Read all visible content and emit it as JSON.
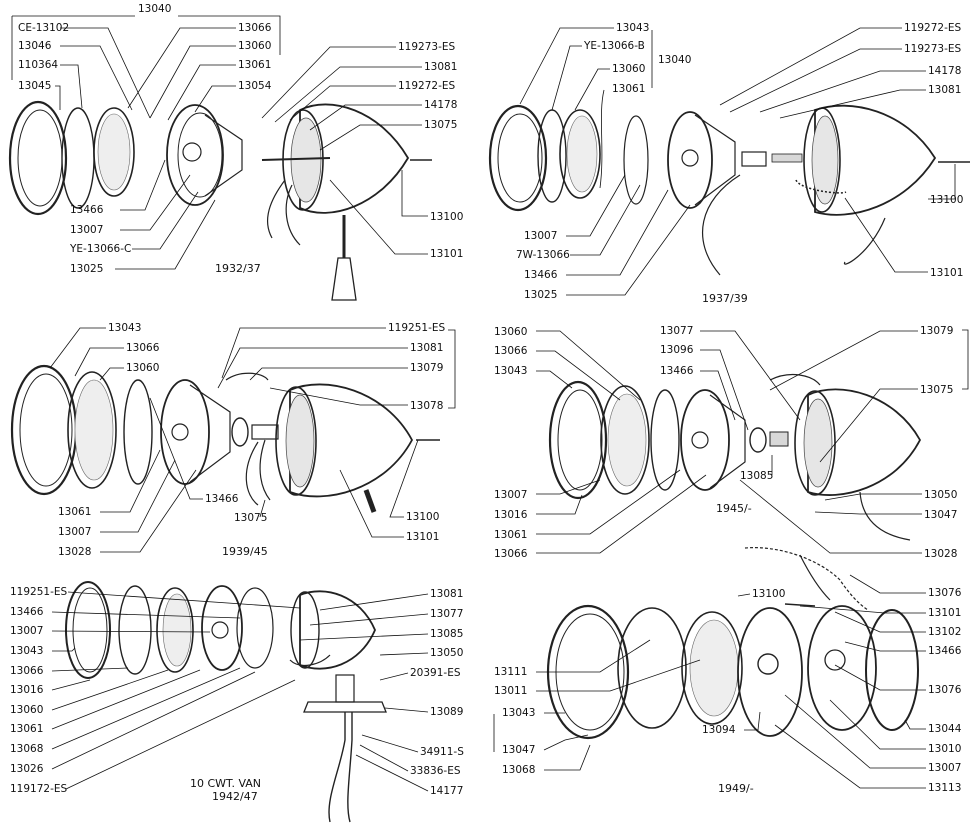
{
  "panels": [
    {
      "id": "p1",
      "caption": "1932/37",
      "labels": [
        {
          "text": "13040"
        },
        {
          "text": "CE-13102"
        },
        {
          "text": "13046"
        },
        {
          "text": "110364"
        },
        {
          "text": "13045"
        },
        {
          "text": "13066"
        },
        {
          "text": "13060"
        },
        {
          "text": "13061"
        },
        {
          "text": "13054"
        },
        {
          "text": "119273-ES"
        },
        {
          "text": "13081"
        },
        {
          "text": "119272-ES"
        },
        {
          "text": "14178"
        },
        {
          "text": "13075"
        },
        {
          "text": "13100"
        },
        {
          "text": "13101"
        },
        {
          "text": "13466"
        },
        {
          "text": "13007"
        },
        {
          "text": "YE-13066-C"
        },
        {
          "text": "13025"
        }
      ]
    },
    {
      "id": "p2",
      "caption": "1937/39",
      "labels": [
        {
          "text": "13043"
        },
        {
          "text": "YE-13066-B"
        },
        {
          "text": "13040"
        },
        {
          "text": "13060"
        },
        {
          "text": "13061"
        },
        {
          "text": "119272-ES"
        },
        {
          "text": "119273-ES"
        },
        {
          "text": "14178"
        },
        {
          "text": "13081"
        },
        {
          "text": "13100"
        },
        {
          "text": "13101"
        },
        {
          "text": "13007"
        },
        {
          "text": "7W-13066"
        },
        {
          "text": "13466"
        },
        {
          "text": "13025"
        }
      ]
    },
    {
      "id": "p3",
      "caption": "1939/45",
      "labels": [
        {
          "text": "13043"
        },
        {
          "text": "13066"
        },
        {
          "text": "13060"
        },
        {
          "text": "119251-ES"
        },
        {
          "text": "13081"
        },
        {
          "text": "13079"
        },
        {
          "text": "13078"
        },
        {
          "text": "13466"
        },
        {
          "text": "13061"
        },
        {
          "text": "13007"
        },
        {
          "text": "13028"
        },
        {
          "text": "13075"
        },
        {
          "text": "13100"
        },
        {
          "text": "13101"
        }
      ]
    },
    {
      "id": "p4",
      "caption": "1945/-",
      "labels": [
        {
          "text": "13060"
        },
        {
          "text": "13066"
        },
        {
          "text": "13043"
        },
        {
          "text": "13077"
        },
        {
          "text": "13096"
        },
        {
          "text": "13466"
        },
        {
          "text": "13079"
        },
        {
          "text": "13075"
        },
        {
          "text": "13085"
        },
        {
          "text": "13050"
        },
        {
          "text": "13047"
        },
        {
          "text": "13007"
        },
        {
          "text": "13016"
        },
        {
          "text": "13061"
        },
        {
          "text": "13066"
        },
        {
          "text": "13028"
        }
      ]
    },
    {
      "id": "p5",
      "caption": "10 CWT. VAN",
      "caption2": "1942/47",
      "labels": [
        {
          "text": "119251-ES"
        },
        {
          "text": "13466"
        },
        {
          "text": "13007"
        },
        {
          "text": "13043"
        },
        {
          "text": "13066"
        },
        {
          "text": "13016"
        },
        {
          "text": "13060"
        },
        {
          "text": "13061"
        },
        {
          "text": "13068"
        },
        {
          "text": "13026"
        },
        {
          "text": "119172-ES"
        },
        {
          "text": "13081"
        },
        {
          "text": "13077"
        },
        {
          "text": "13085"
        },
        {
          "text": "13050"
        },
        {
          "text": "20391-ES"
        },
        {
          "text": "13089"
        },
        {
          "text": "34911-S"
        },
        {
          "text": "33836-ES"
        },
        {
          "text": "14177"
        }
      ]
    },
    {
      "id": "p6",
      "caption": "1949/-",
      "labels": [
        {
          "text": "13076"
        },
        {
          "text": "13100"
        },
        {
          "text": "13101"
        },
        {
          "text": "13102"
        },
        {
          "text": "13466"
        },
        {
          "text": "13076"
        },
        {
          "text": "13044"
        },
        {
          "text": "13010"
        },
        {
          "text": "13007"
        },
        {
          "text": "13113"
        },
        {
          "text": "13094"
        },
        {
          "text": "13111"
        },
        {
          "text": "13011"
        },
        {
          "text": "13043"
        },
        {
          "text": "13047"
        },
        {
          "text": "13068"
        }
      ]
    }
  ]
}
